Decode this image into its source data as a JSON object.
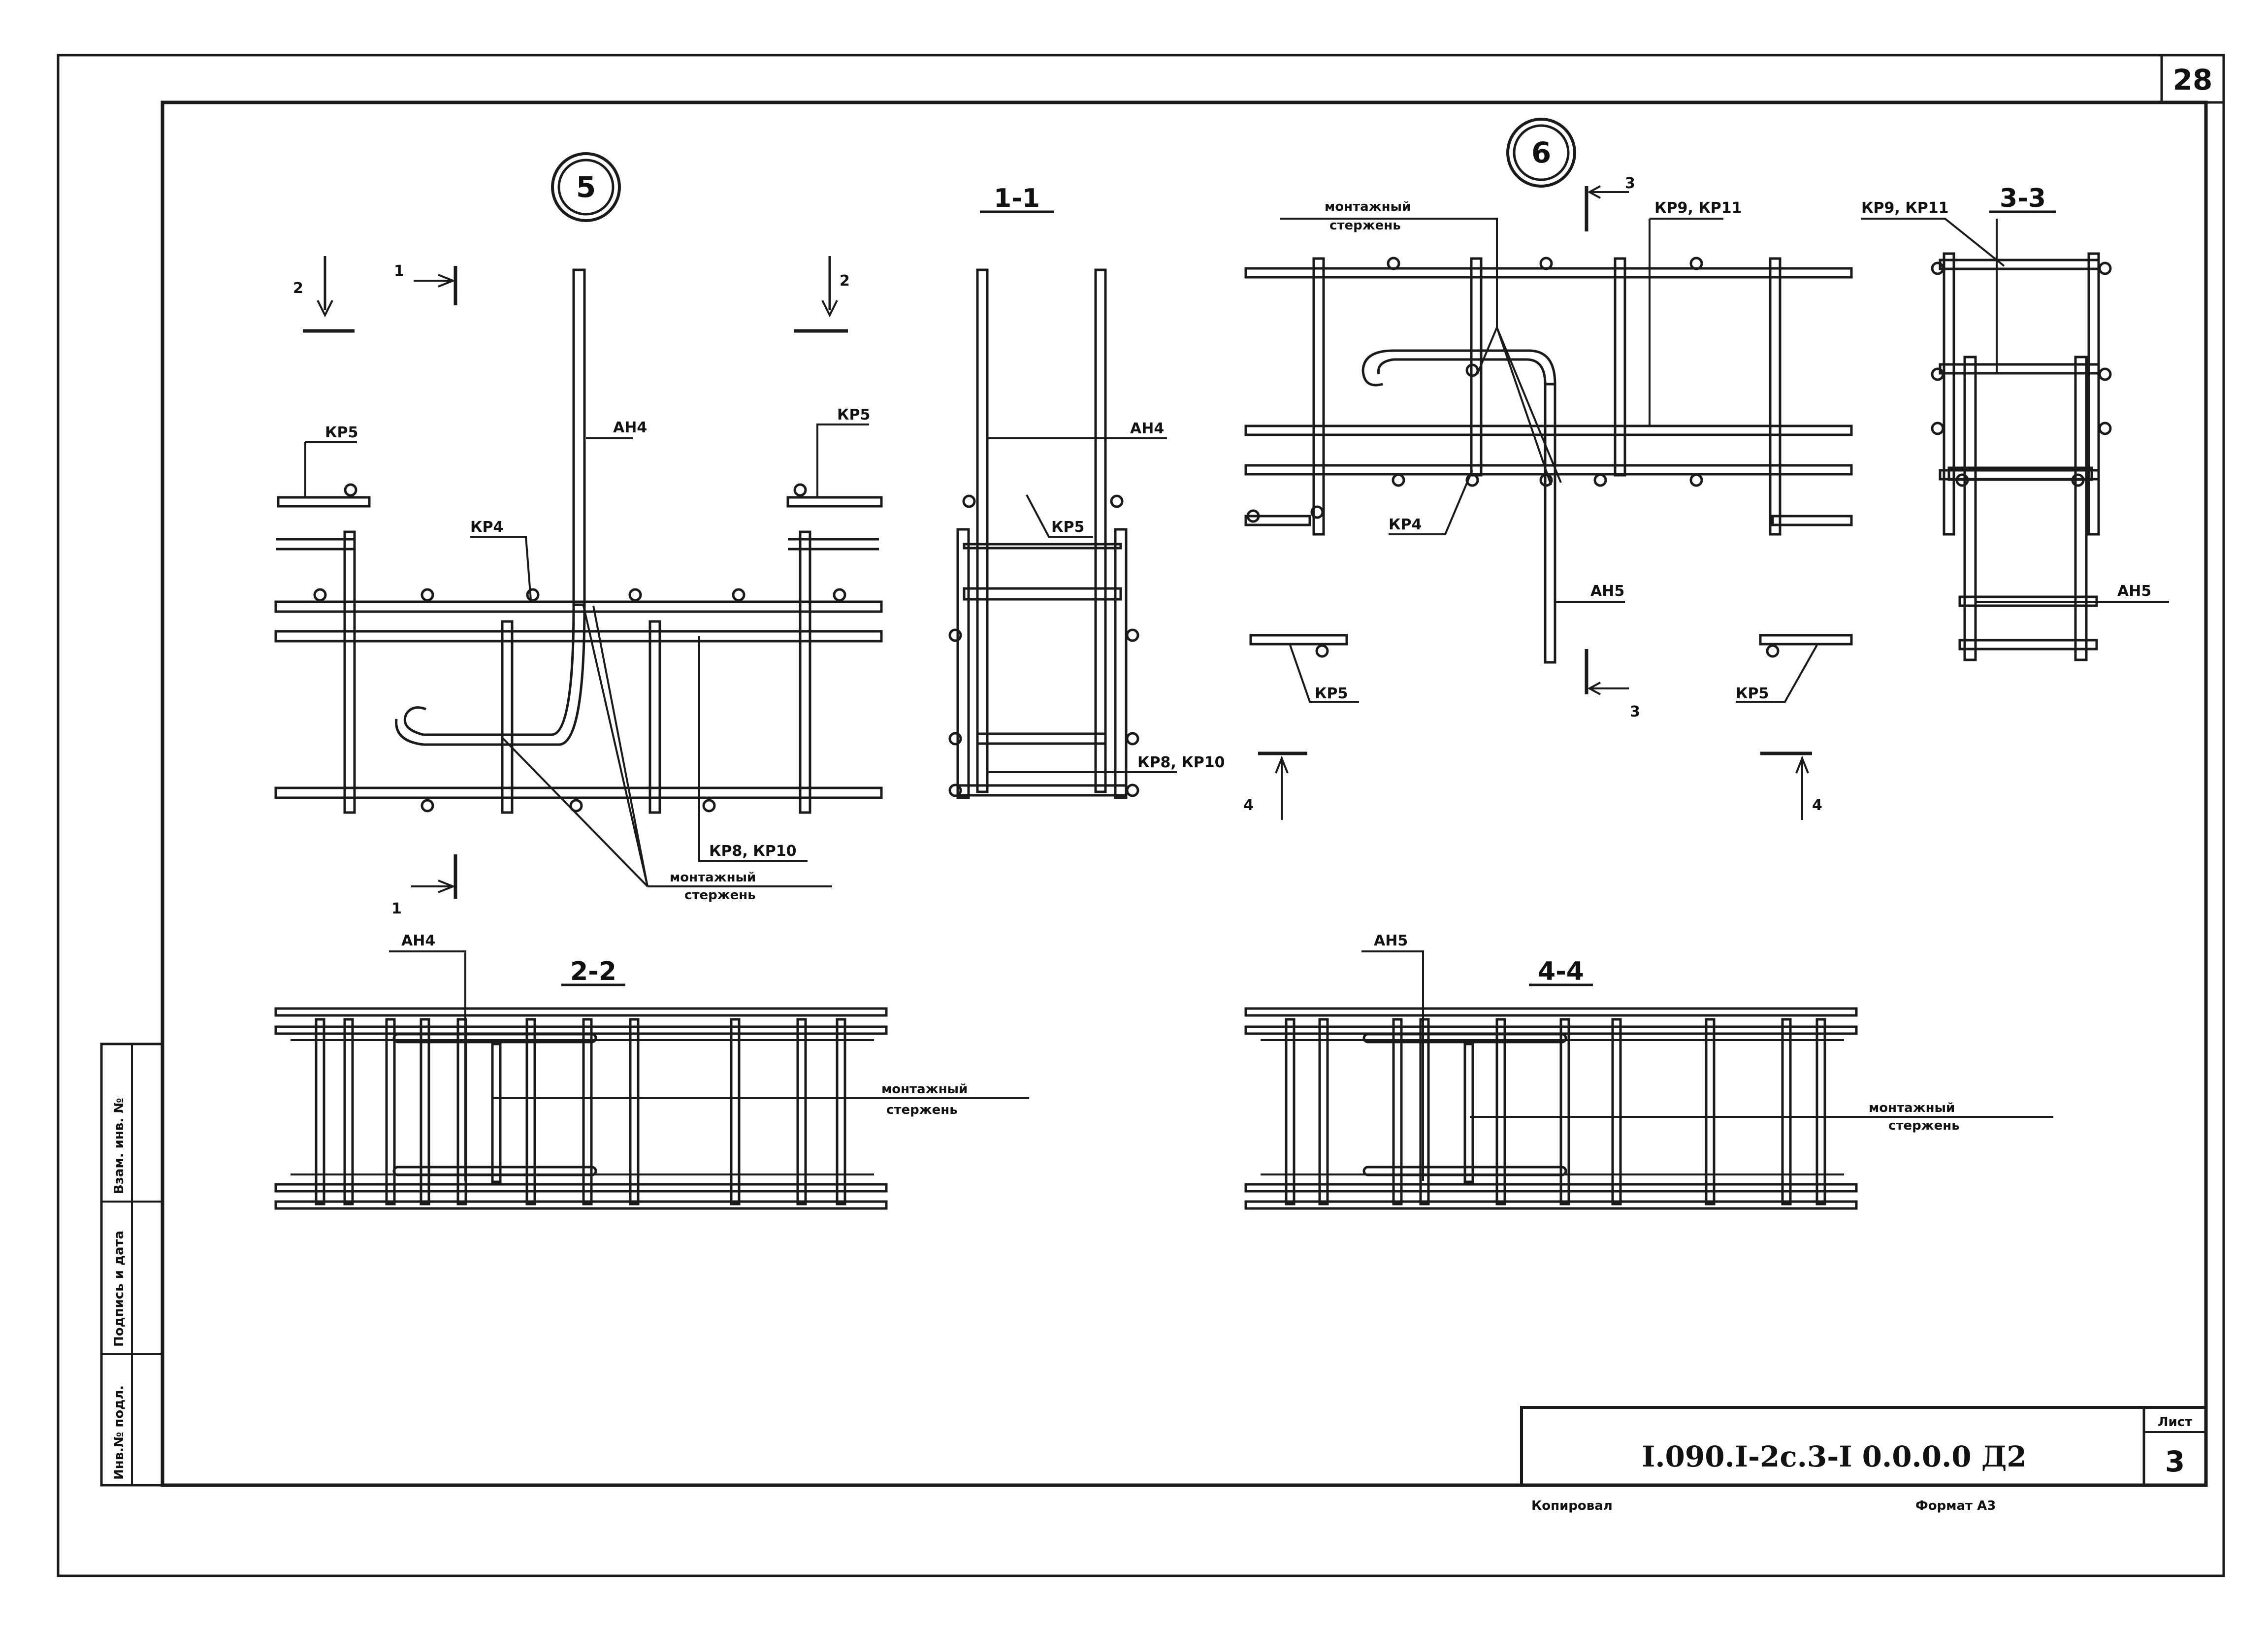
{
  "sheet": {
    "page_number": "28",
    "designation": "I.090.I-2с.3-I 0.0.0.0 Д2",
    "sheet_label": "Лист",
    "sheet_number": "3",
    "copied_label": "Копировал",
    "format_label": "Формат А3"
  },
  "side_stamp": {
    "inv_original": "Инв.№ подл.",
    "sign_date": "Подпись и дата",
    "replaced_inv": "Взам. инв. №"
  },
  "node5": {
    "number": "5",
    "labels": {
      "kr5_left": "КР5",
      "kr5_right": "КР5",
      "ah4": "АН4",
      "kr4": "КР4",
      "kr8_kr10": "КР8, КР10",
      "mount_1": "монтажный",
      "mount_2": "стержень",
      "cut1_top": "1",
      "cut1_bottom": "1",
      "cut2_left": "2",
      "cut2_right": "2"
    }
  },
  "section_1_1": {
    "title": "1-1",
    "labels": {
      "ah4": "АН4",
      "kr5": "КР5",
      "kr8_kr10": "КР8, КР10"
    }
  },
  "node6": {
    "number": "6",
    "labels": {
      "mount_1": "монтажный",
      "mount_2": "стержень",
      "kr9_kr11": "КР9, КР11",
      "kr4": "КР4",
      "ah5": "АН5",
      "kr5_left": "КР5",
      "kr5_right": "КР5",
      "cut3_top": "3",
      "cut3_bottom": "3",
      "cut4_left": "4",
      "cut4_right": "4"
    }
  },
  "section_3_3": {
    "title": "3-3",
    "labels": {
      "kr9_kr11": "КР9, КР11",
      "ah5": "АН5"
    }
  },
  "section_2_2": {
    "title": "2-2",
    "labels": {
      "ah4": "АН4",
      "mount_1": "монтажный",
      "mount_2": "стержень"
    }
  },
  "section_4_4": {
    "title": "4-4",
    "labels": {
      "ah5": "АН5",
      "mount_1": "монтажный",
      "mount_2": "стержень"
    }
  }
}
